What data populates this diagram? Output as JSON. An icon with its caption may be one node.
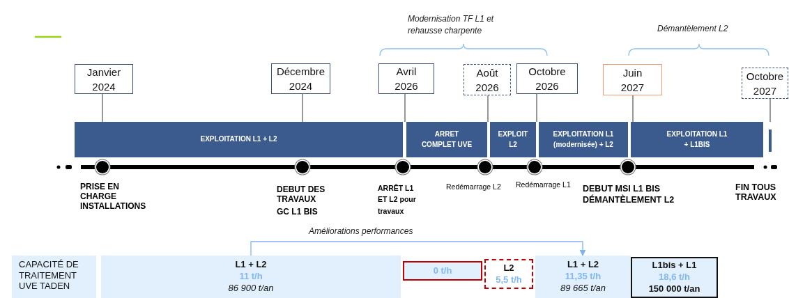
{
  "diagram": {
    "nodes": [
      {
        "text": [
          "Janvier 2024"
        ]
      },
      {
        "text": [
          "Décembre 2024"
        ]
      },
      {
        "text": [
          "Avril 2026"
        ]
      },
      {
        "text": [
          "Août 2026"
        ]
      },
      {
        "text": [
          "Octobre 2026"
        ]
      },
      {
        "text": [
          "Juin 2027"
        ]
      },
      {
        "text": [
          "Octobre 2027"
        ]
      },
      {
        "text": [
          "EXPLOITATION L1 + L2"
        ]
      },
      {
        "text": [
          "ARRET COMPLET UVE"
        ]
      },
      {
        "text": [
          "EXPLOIT L2"
        ]
      },
      {
        "text": [
          "EXPLOITATION L1 (modernisée) + L2"
        ]
      },
      {
        "text": [
          "EXPLOITATION L1 + L1BIS"
        ]
      },
      {
        "text": [],
        "shape": "circle",
        "beside": [
          "PRISE EN CHARGE INSTALLATIONS"
        ]
      },
      {
        "text": [],
        "shape": "circle",
        "beside": [
          "DEBUT DES TRAVAUX",
          "GC L1 BIS"
        ]
      },
      {
        "text": [],
        "shape": "circle",
        "beside": [
          "ARRÊT L1 ET L2 pour travaux"
        ]
      },
      {
        "text": [],
        "shape": "circle",
        "beside": [
          "Redémarrage L2"
        ]
      },
      {
        "text": [],
        "shape": "circle",
        "beside": [
          "Redémarrage L1"
        ]
      },
      {
        "text": [],
        "shape": "circle",
        "beside": [
          "DEBUT MSI L1 BIS DÉMANTÈLEMENT L2"
        ]
      },
      {
        "text": [
          "CAPACITÉ DE TRAITEMENT UVE TADEN"
        ]
      },
      {
        "text": [
          "L1 + L2",
          "11 t/h",
          "86 900 t/an"
        ]
      },
      {
        "text": [
          "0 t/h"
        ]
      },
      {
        "text": [
          "L2",
          "5,5 t/h"
        ]
      },
      {
        "text": [
          "L1 + L2",
          "11,35 t/h",
          "89 665 t/an"
        ]
      },
      {
        "text": [
          "L1bis + L1",
          "18,6 t/h",
          "150 000 t/an"
        ]
      }
    ],
    "edges": [
      {
        "from": 0,
        "to": 7,
        "arrow": "none"
      },
      {
        "from": 1,
        "to": 7,
        "arrow": "none"
      },
      {
        "from": 2,
        "to": 8,
        "arrow": "none"
      },
      {
        "from": 3,
        "to": 8,
        "arrow": "none"
      },
      {
        "from": 4,
        "to": 9,
        "arrow": "none"
      },
      {
        "from": 5,
        "to": 11,
        "arrow": "none"
      },
      {
        "from": 6,
        "to": 11,
        "arrow": "none"
      },
      {
        "from": 19,
        "to": 22,
        "arrow": "to",
        "label": "Améliorations performances",
        "color": "#7fb5ef"
      }
    ],
    "labels": [
      "Modernisation TF L1 et rehausse charpente",
      "Démantèlement L2",
      "FIN TOUS TRAVAUX"
    ]
  }
}
